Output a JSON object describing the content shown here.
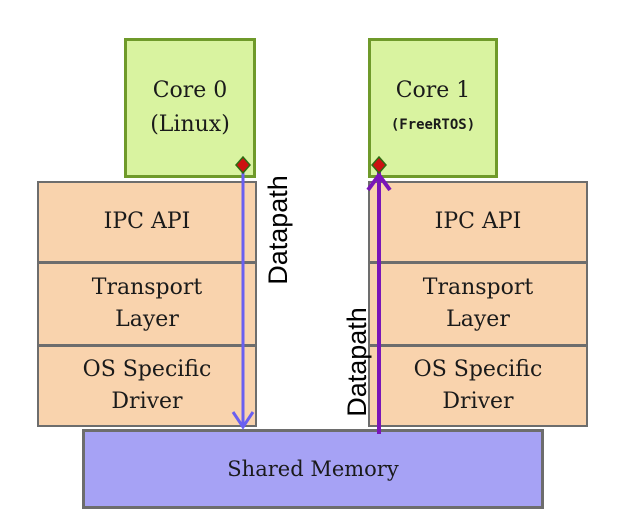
{
  "core0": {
    "title": "Core 0",
    "subtitle": "(Linux)"
  },
  "core1": {
    "title": "Core 1",
    "subtitle": "(FreeRTOS)"
  },
  "left_stack": {
    "ipc": "IPC API",
    "transport_1": "Transport",
    "transport_2": "Layer",
    "driver_1": "OS Specific",
    "driver_2": "Driver"
  },
  "right_stack": {
    "ipc": "IPC API",
    "transport_1": "Transport",
    "transport_2": "Layer",
    "driver_1": "OS Specific",
    "driver_2": "Driver"
  },
  "shared_memory": "Shared Memory",
  "datapath_left": "Datapath",
  "datapath_right": "Datapath",
  "colors": {
    "core_fill": "#d9f3a0",
    "layer_fill": "#f9d3ad",
    "shared_fill": "#a6a2f5",
    "arrow_down": "#6a5ff0",
    "arrow_up": "#7a15b8",
    "marker": "#cc1111"
  }
}
